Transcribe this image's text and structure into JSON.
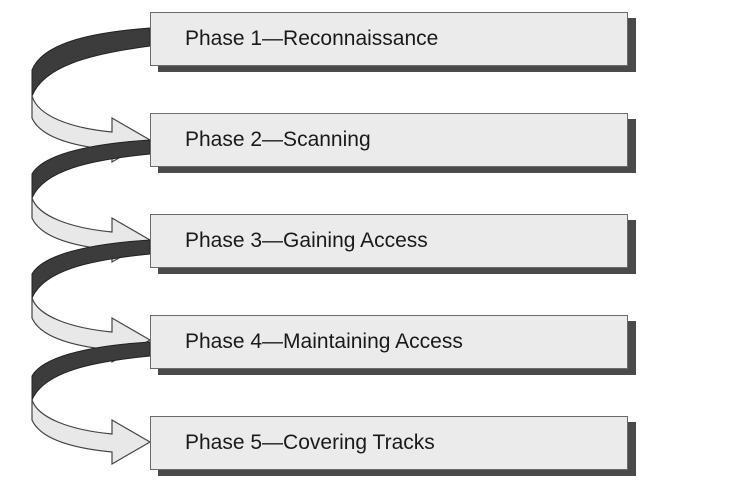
{
  "phases": [
    {
      "label": "Phase 1—Reconnaissance"
    },
    {
      "label": "Phase 2—Scanning"
    },
    {
      "label": "Phase 3—Gaining Access"
    },
    {
      "label": "Phase 4—Maintaining Access"
    },
    {
      "label": "Phase 5—Covering Tracks"
    }
  ],
  "colors": {
    "box_fill": "#ebebeb",
    "box_border": "#6b6b6b",
    "box_shadow": "#4a4a4a",
    "arrow_light": "#e8e8e8",
    "arrow_dark": "#3c3c3c",
    "text": "#1a1a1a"
  }
}
